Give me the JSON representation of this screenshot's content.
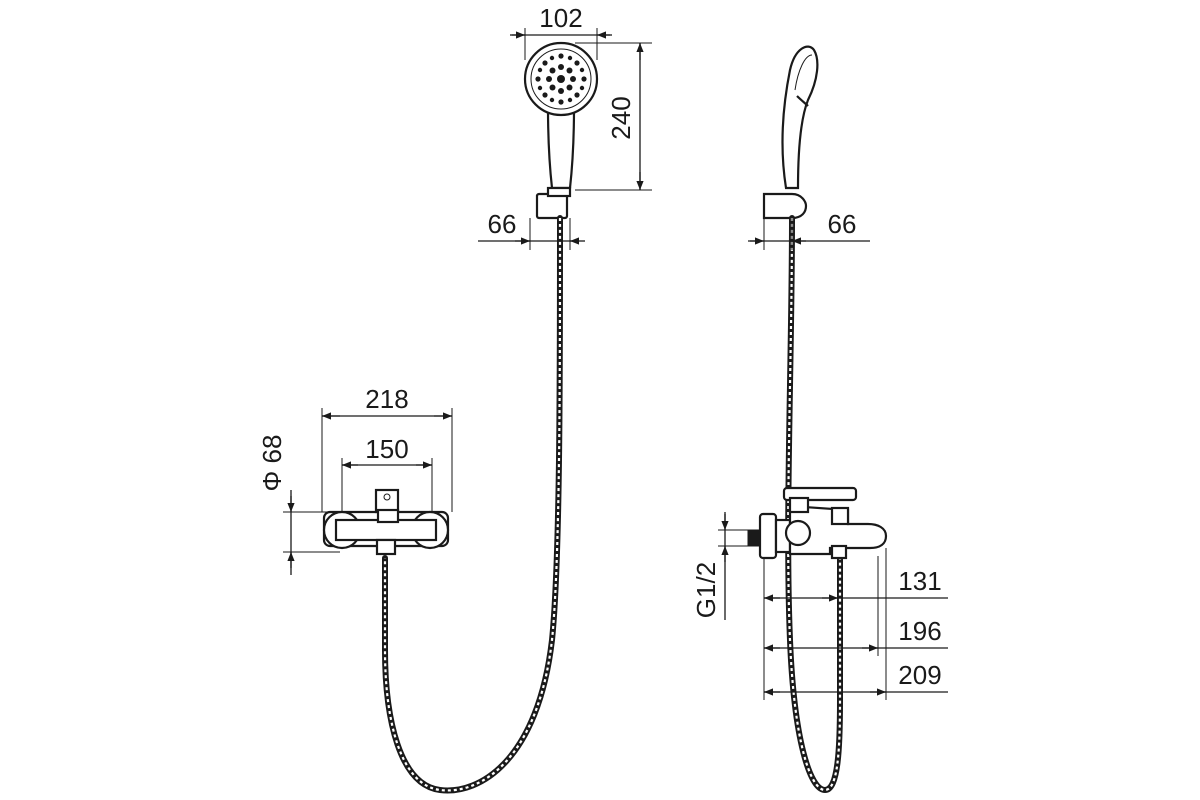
{
  "dimensions": {
    "front_head_width": "102",
    "front_head_length": "240",
    "front_holder_width": "66",
    "side_holder_width": "66",
    "mixer_width": "218",
    "mixer_centers": "150",
    "mixer_diameter": "Φ 68",
    "side_connection_thread": "G1/2",
    "side_depth_1": "131",
    "side_depth_2": "196",
    "side_depth_3": "209"
  },
  "colors": {
    "line": "#1a1a1a",
    "background": "#ffffff"
  }
}
